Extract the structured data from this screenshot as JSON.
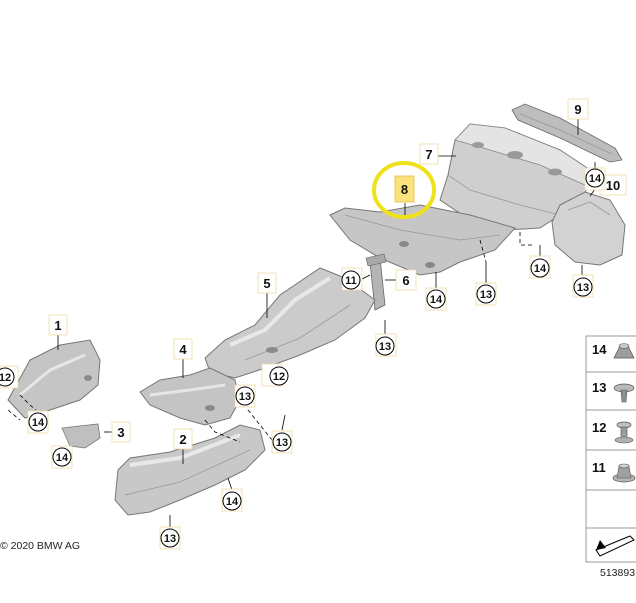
{
  "colors": {
    "highlight_ring": "#f0e21a",
    "highlight_fill": "#fbe27a",
    "label_box_stroke": "#f0d9a8",
    "part_fill": "#c9c9c9",
    "part_dark": "#8f8f8f",
    "line": "#000000"
  },
  "callouts": {
    "p1": "1",
    "p2": "2",
    "p3": "3",
    "p4": "4",
    "p5": "5",
    "p6": "6",
    "p7": "7",
    "p8": "8",
    "p9": "9",
    "p10": "10",
    "c12a": "12",
    "c13a": "13",
    "c14a": "14",
    "c13b": "13",
    "c13c": "13",
    "c12b": "12",
    "c13d": "13",
    "c11a": "11",
    "c14b": "14",
    "c13e": "13",
    "c14c": "14",
    "c14d": "14",
    "c13f": "13",
    "c14e": "14",
    "c14f": "14"
  },
  "legend": {
    "l14": "14",
    "l13": "13",
    "l12": "12",
    "l11": "11"
  },
  "copyright": "© 2020 BMW AG",
  "diagram_number": "513893"
}
